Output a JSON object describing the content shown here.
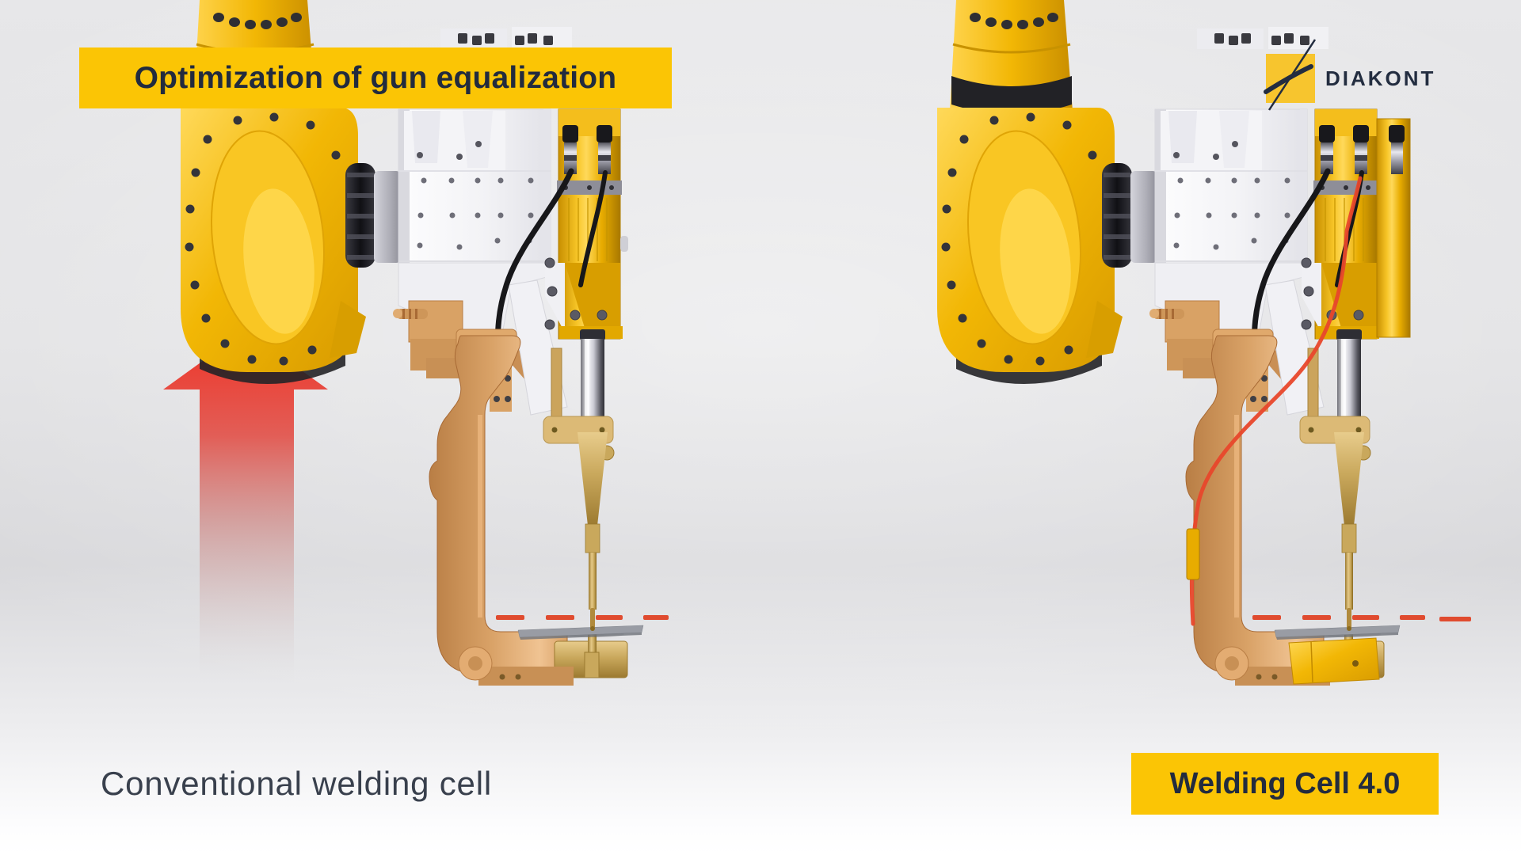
{
  "scene": {
    "title_banner": "Optimization of gun equalization",
    "left_caption": "Conventional welding cell",
    "right_caption": "Welding Cell 4.0",
    "brand": "DIAKONT"
  },
  "colors": {
    "banner_bg": "#FBC505",
    "banner_text": "#222B3E",
    "caption_text": "#39404D",
    "logo_navy": "#232D40",
    "logo_square_yellow": "#F7C52E",
    "arrow_red": "#EF3124",
    "weld_dash_red": "#E04B2F",
    "robot_yellow": "#F2B705",
    "gun_copper": "#D99C62",
    "red_cable": "#E8472B",
    "background_gray": "#E3E3E5"
  },
  "icons": {
    "logo_bolt": "diakont-bolt-icon",
    "up_arrow": "upward-gradient-arrow-icon"
  }
}
